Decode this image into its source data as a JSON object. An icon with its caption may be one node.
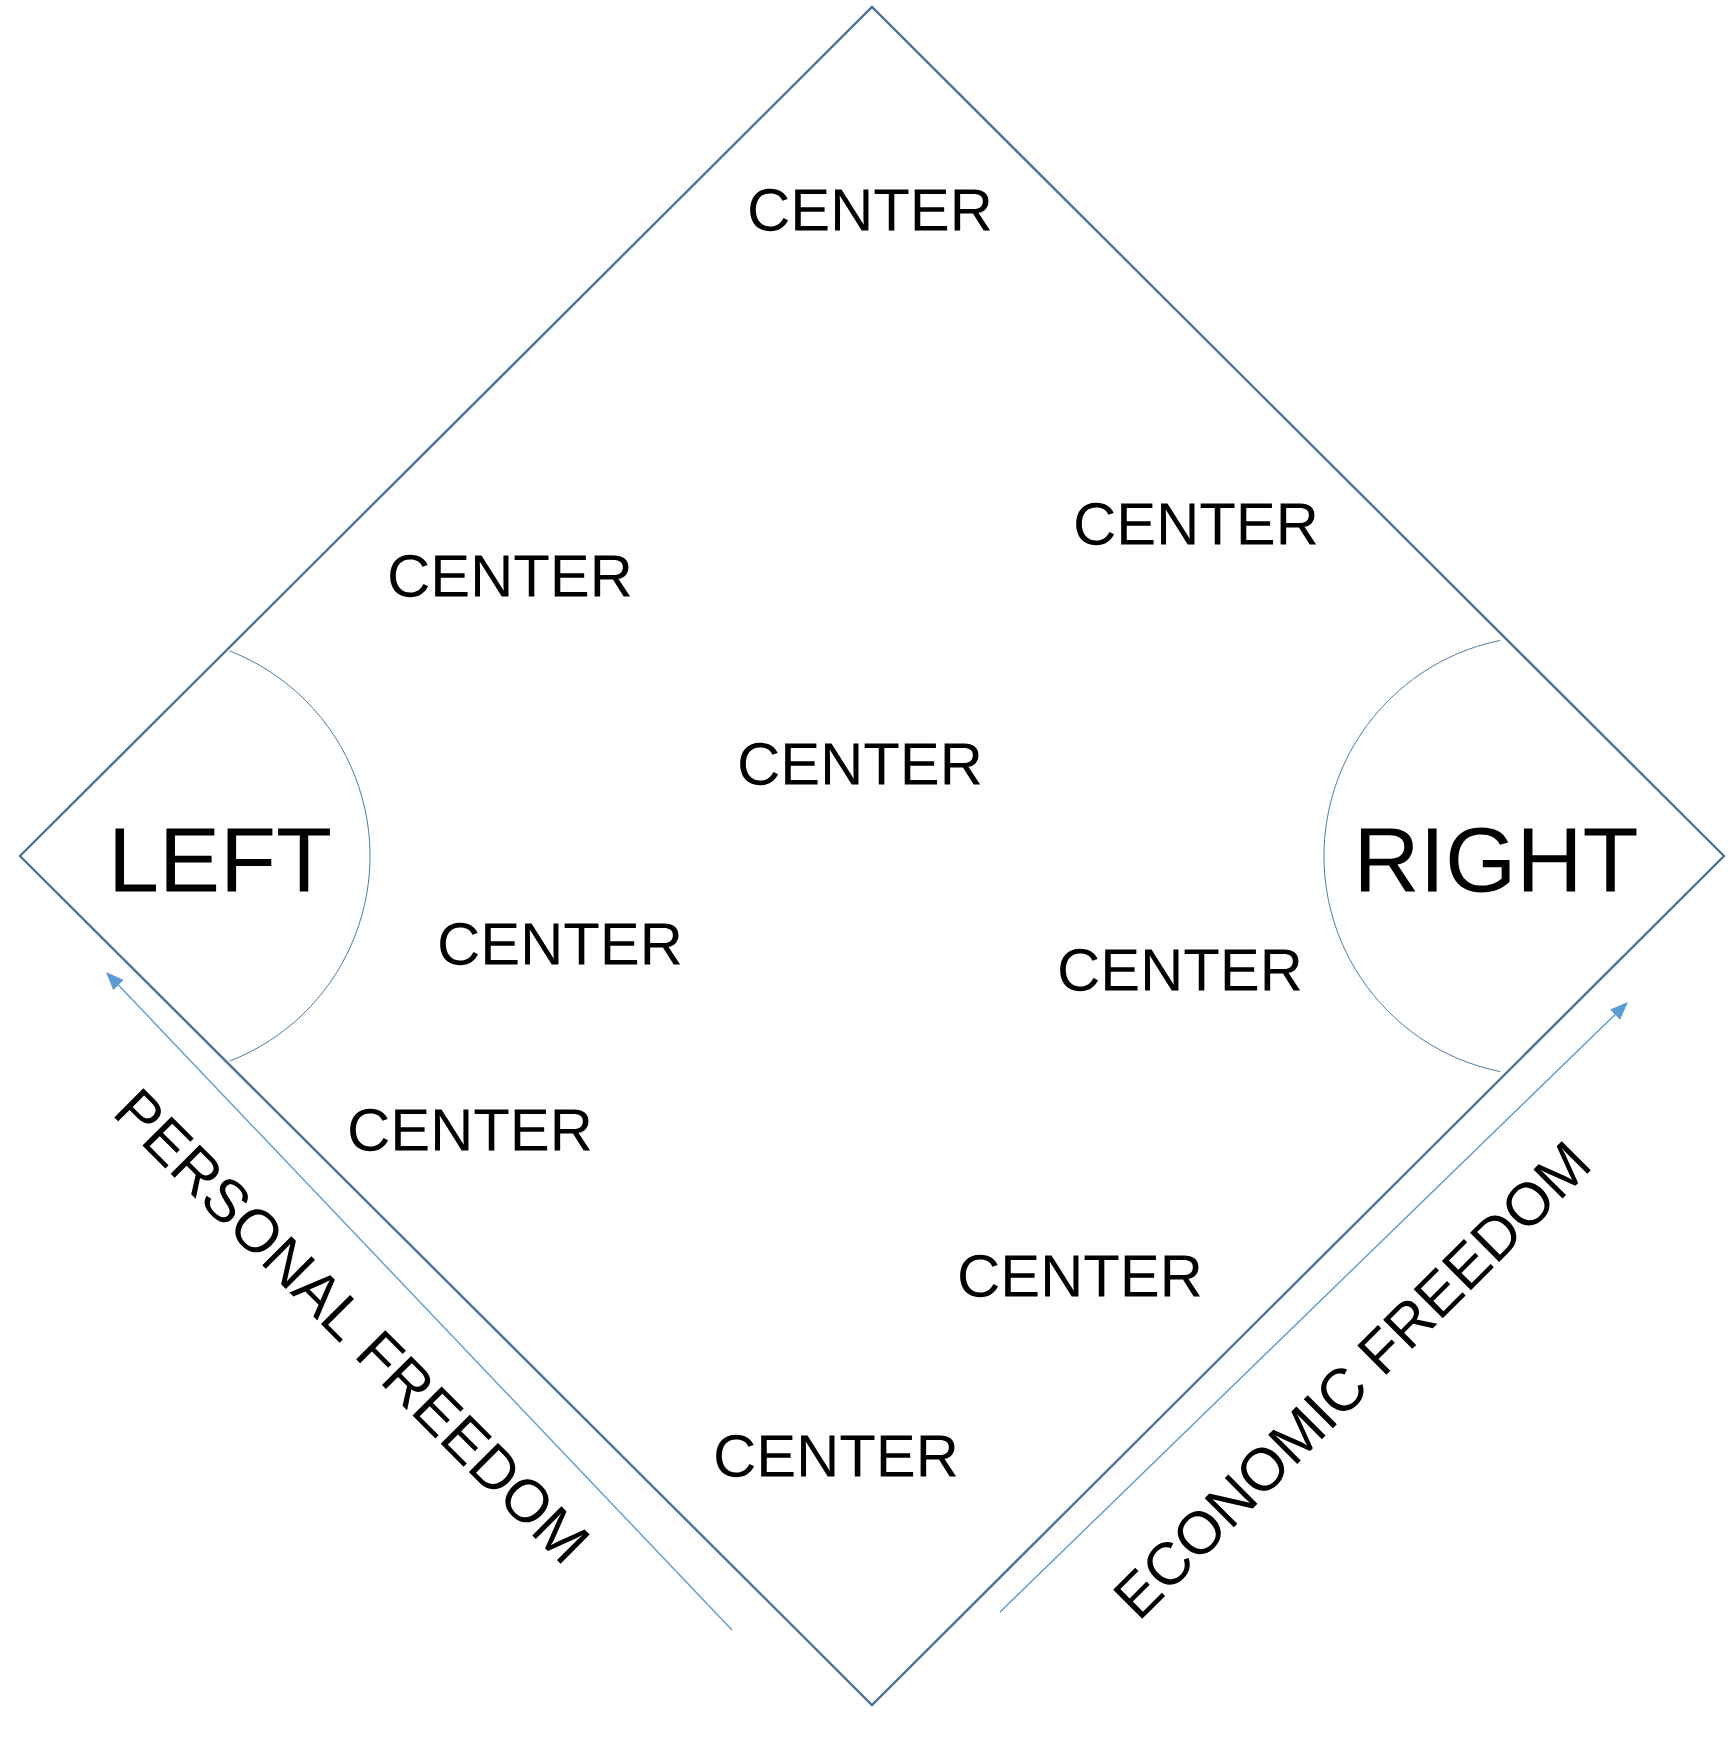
{
  "diagram": {
    "nodes": [
      {
        "text": [],
        "shape": "diamond"
      },
      {
        "text": [
          "LEFT"
        ],
        "in": 0
      },
      {
        "text": [
          "RIGHT"
        ],
        "in": 0
      }
    ],
    "labels": [
      "CENTER",
      "CENTER",
      "CENTER",
      "CENTER",
      "CENTER",
      "CENTER",
      "CENTER",
      "CENTER",
      "CENTER",
      "PERSONAL FREEDOM",
      "ECONOMIC FREEDOM"
    ]
  }
}
